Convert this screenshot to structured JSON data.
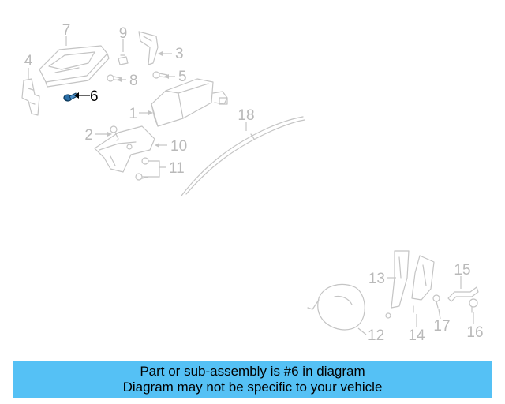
{
  "diagram": {
    "callouts": {
      "c1": "1",
      "c2": "2",
      "c3": "3",
      "c4": "4",
      "c5": "5",
      "c6": "6",
      "c7": "7",
      "c8": "8",
      "c9": "9",
      "c10": "10",
      "c11": "11",
      "c12": "12",
      "c13": "13",
      "c14": "14",
      "c15": "15",
      "c16": "16",
      "c17": "17",
      "c18": "18"
    },
    "highlighted_part": "6",
    "colors": {
      "highlight": "#000000",
      "faded": "#c4c4c4",
      "banner": "#55c1f5"
    }
  },
  "banner": {
    "line1": "Part or sub-assembly is #6 in diagram",
    "line2": "Diagram may not be specific to your vehicle"
  }
}
